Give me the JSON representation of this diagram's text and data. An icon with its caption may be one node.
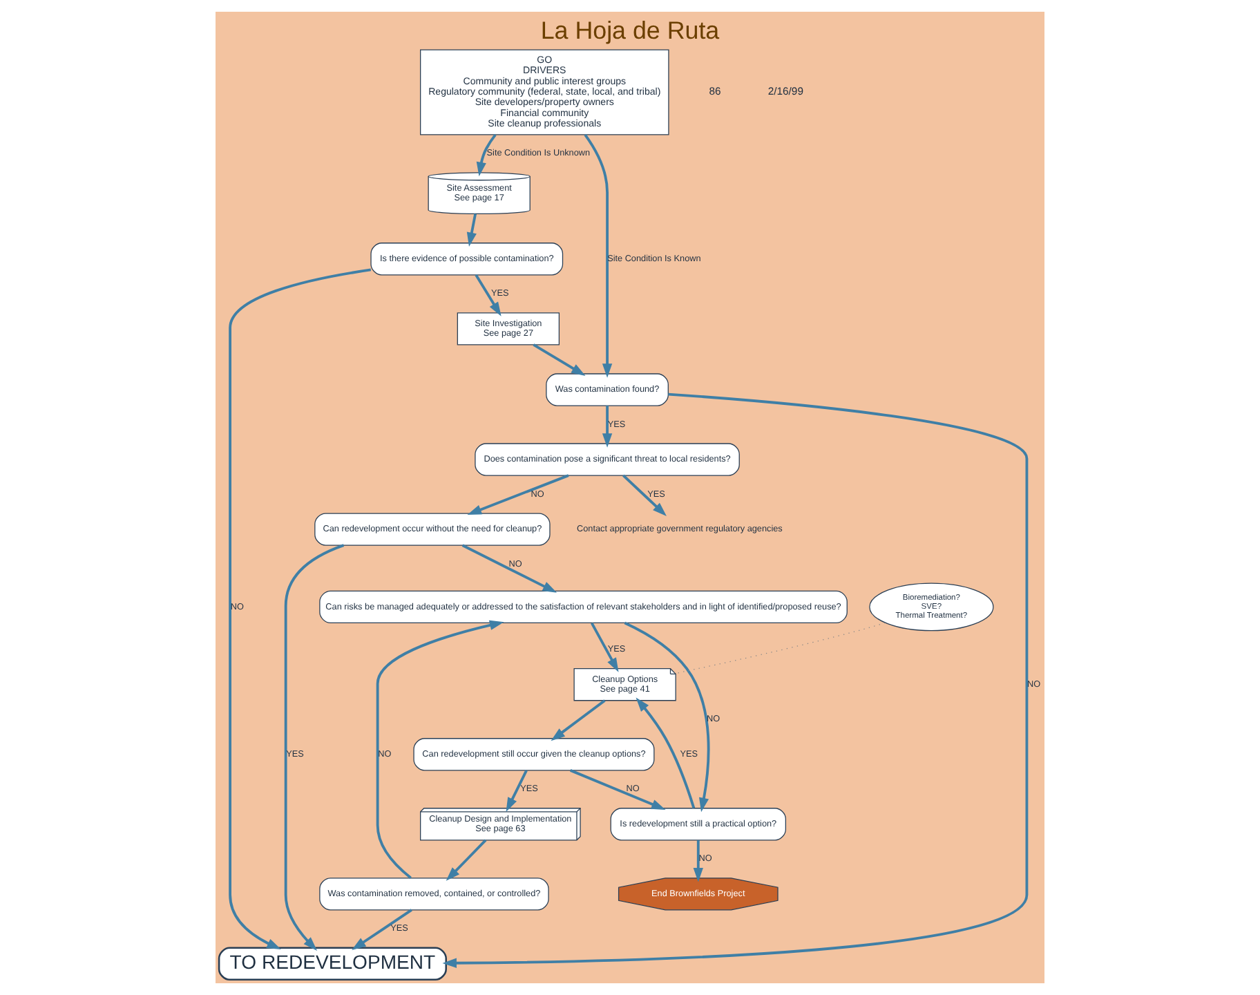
{
  "diagram": {
    "title": "La Hoja de Ruta",
    "nodes": [
      {
        "text": [
          "GO",
          "DRIVERS",
          "Community and public interest groups",
          "Regulatory community (federal, state, local, and tribal)",
          "Site developers/property owners",
          "Financial community",
          "Site cleanup professionals"
        ]
      },
      {
        "text": [
          "Site Assessment",
          "See page 17"
        ]
      },
      {
        "text": [
          "Is there evidence of possible contamination?"
        ]
      },
      {
        "text": [
          "Site Investigation",
          "See page 27"
        ]
      },
      {
        "text": [
          "Was contamination found?"
        ]
      },
      {
        "text": [
          "TO REDEVELOPMENT"
        ]
      },
      {
        "text": [
          "Does contamination pose a significant threat to local residents?"
        ]
      },
      {
        "text": [
          "Contact appropriate government regulatory agencies"
        ]
      },
      {
        "text": [
          "Can redevelopment occur without the need for cleanup?"
        ]
      },
      {
        "text": [
          "Can risks be managed adequately or addressed to the satisfaction of relevant stakeholders and in light of identified/proposed reuse?"
        ]
      },
      {
        "text": [
          "Cleanup Options",
          "See page 41"
        ],
        "beside": [
          "Bioremediation?",
          "SVE?",
          "Thermal Treatment?"
        ]
      },
      {
        "text": [
          "Is redevelopment still a practical option?"
        ]
      },
      {
        "text": [
          "End Brownfields Project"
        ]
      },
      {
        "text": [
          "Can redevelopment still occur given the cleanup options?"
        ]
      },
      {
        "text": [
          "Cleanup Design and Implementation",
          "See page 63"
        ]
      },
      {
        "text": [
          "Was contamination removed, contained, or controlled?"
        ]
      }
    ],
    "edges": [
      {
        "from": 0,
        "to": 1,
        "arrow": "to",
        "label": "Site Condition Is Unknown"
      },
      {
        "from": 0,
        "to": 4,
        "arrow": "to",
        "label": "Site Condition Is Known"
      },
      {
        "from": 1,
        "to": 2,
        "arrow": "to"
      },
      {
        "from": 2,
        "to": 3,
        "arrow": "to",
        "label": "YES"
      },
      {
        "from": 2,
        "to": 5,
        "arrow": "to",
        "label": "NO"
      },
      {
        "from": 3,
        "to": 4,
        "arrow": "to"
      },
      {
        "from": 4,
        "to": 6,
        "arrow": "to",
        "label": "YES"
      },
      {
        "from": 4,
        "to": 5,
        "arrow": "to",
        "label": "NO"
      },
      {
        "from": 6,
        "to": 7,
        "arrow": "to",
        "label": "YES"
      },
      {
        "from": 6,
        "to": 8,
        "arrow": "to",
        "label": "NO"
      },
      {
        "from": 8,
        "to": 5,
        "arrow": "to",
        "label": "YES"
      },
      {
        "from": 8,
        "to": 9,
        "arrow": "to",
        "label": "NO"
      },
      {
        "from": 9,
        "to": 10,
        "arrow": "to",
        "label": "YES"
      },
      {
        "from": 9,
        "to": 11,
        "arrow": "to",
        "label": "NO"
      },
      {
        "from": 11,
        "to": 12,
        "arrow": "to",
        "label": "NO"
      },
      {
        "from": 11,
        "to": 10,
        "arrow": "to",
        "label": "YES"
      },
      {
        "from": 10,
        "to": 13,
        "arrow": "to"
      },
      {
        "from": 13,
        "to": 11,
        "arrow": "to",
        "label": "NO"
      },
      {
        "from": 13,
        "to": 14,
        "arrow": "to",
        "label": "YES"
      },
      {
        "from": 14,
        "to": 15,
        "arrow": "to"
      },
      {
        "from": 15,
        "to": 9,
        "arrow": "to",
        "label": "NO"
      },
      {
        "from": 15,
        "to": 5,
        "arrow": "to",
        "label": "YES"
      }
    ],
    "labels": [
      "86",
      "2/16/99"
    ]
  }
}
